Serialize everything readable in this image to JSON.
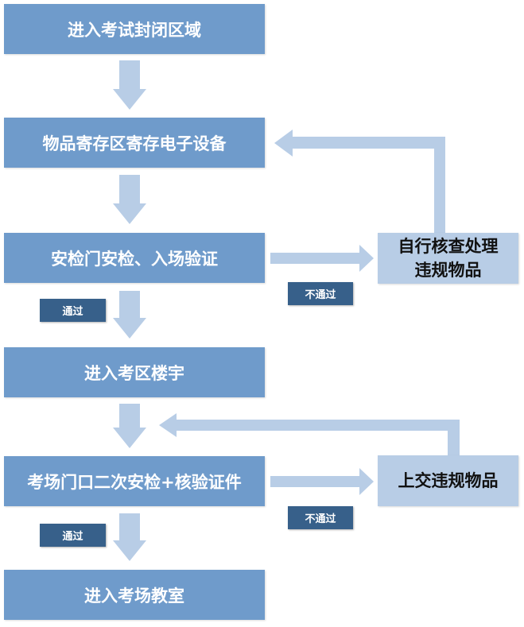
{
  "steps": [
    "进入考试封闭区域",
    "物品寄存区寄存电子设备",
    "安检门安检、入场验证",
    "进入考区楼宇",
    "考场门口二次安检+核验证件",
    "进入考场教室"
  ],
  "side_boxes": [
    {
      "line1": "自行核查处理",
      "line2": "违规物品"
    },
    {
      "line1": "上交违规物品"
    }
  ],
  "labels": {
    "pass": "通过",
    "fail": "不通过"
  },
  "colors": {
    "step": "#6f9bcb",
    "arrow": "#b8cde6",
    "label": "#37608a"
  }
}
